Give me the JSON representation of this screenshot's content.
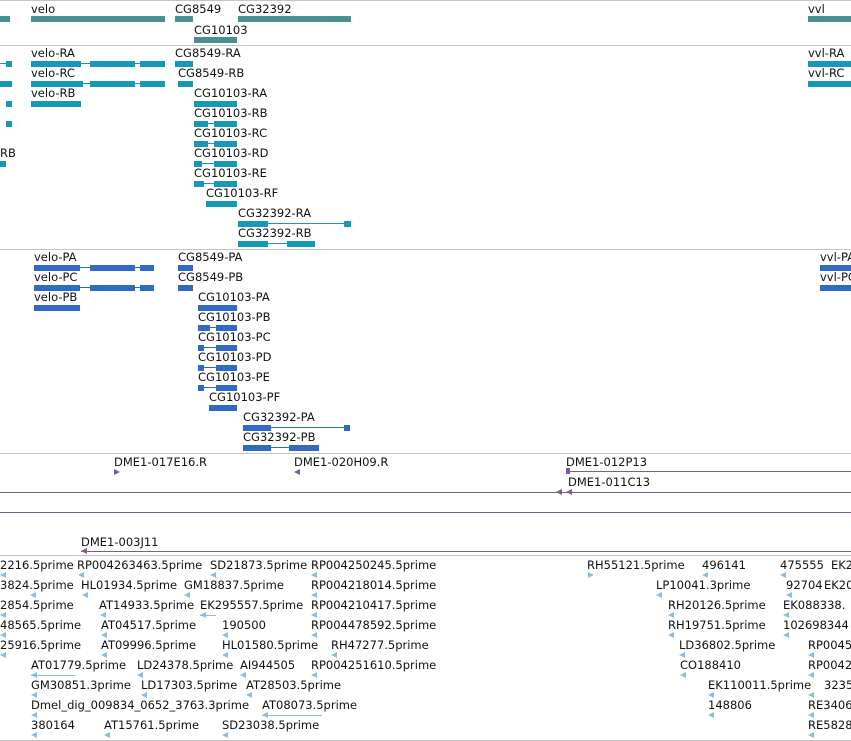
{
  "tracks": {
    "genes": {
      "labels": [
        "velo",
        "CG8549",
        "CG32392",
        "CG10103",
        "vvl"
      ]
    },
    "transcripts": {
      "labels": [
        "velo-RA",
        "velo-RC",
        "velo-RB",
        "RB",
        "CG8549-RA",
        "CG8549-RB",
        "CG10103-RA",
        "CG10103-RB",
        "CG10103-RC",
        "CG10103-RD",
        "CG10103-RE",
        "CG10103-RF",
        "CG32392-RA",
        "CG32392-RB",
        "vvl-RA",
        "vvl-RC"
      ]
    },
    "proteins": {
      "labels": [
        "velo-PA",
        "velo-PC",
        "velo-PB",
        "CG8549-PA",
        "CG8549-PB",
        "CG10103-PA",
        "CG10103-PB",
        "CG10103-PC",
        "CG10103-PD",
        "CG10103-PE",
        "CG10103-PF",
        "CG32392-PA",
        "CG32392-PB",
        "vvl-PA",
        "vvl-PC"
      ]
    },
    "clones": {
      "labels": [
        "DME1-017E16.R",
        "DME1-020H09.R",
        "DME1-012P13",
        "DME1-011C13",
        "DME1-003J11"
      ]
    },
    "ests": {
      "labels": [
        "2216.5prime",
        "RP004263463.5prime",
        "SD21873.5prime",
        "RP004250245.5prime",
        "RH55121.5prime",
        "496141",
        "475555",
        "EK2",
        "3824.5prime",
        "HL01934.5prime",
        "GM18837.5prime",
        "RP004218014.5prime",
        "LP10041.3prime",
        "92704",
        "EK20",
        "2854.5prime",
        "AT14933.5prime",
        "EK295557.5prime",
        "RP004210417.5prime",
        "RH20126.5prime",
        "EK088338.",
        "48565.5prime",
        "AT04517.5prime",
        "190500",
        "RP004478592.5prime",
        "RH19751.5prime",
        "102698344",
        "25916.5prime",
        "AT09996.5prime",
        "HL01580.5prime",
        "RH47277.5prime",
        "LD36802.5prime",
        "RP0045",
        "AT01779.5prime",
        "LD24378.5prime",
        "AI944505",
        "RP004251610.5prime",
        "CO188410",
        "RP0042",
        "GM30851.3prime",
        "LD17303.5prime",
        "AT28503.5prime",
        "EK110011.5prime",
        "3235",
        "Dmel_dig_009834_0652_3763.3prime",
        "AT08073.5prime",
        "148806",
        "RE3406",
        "380164",
        "AT15761.5prime",
        "SD23038.5prime",
        "RE5828"
      ]
    }
  }
}
